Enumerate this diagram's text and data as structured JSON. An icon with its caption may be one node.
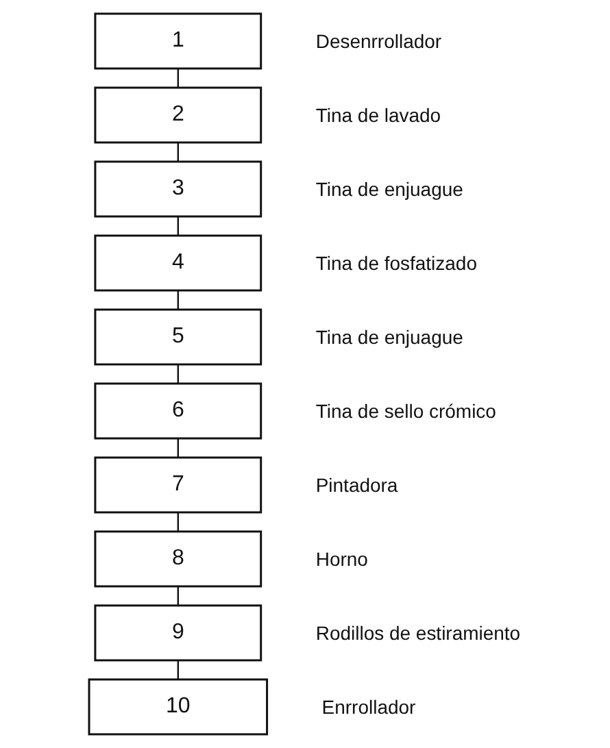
{
  "diagram": {
    "nodes": [
      {
        "text": [
          "1"
        ],
        "beside": [
          "Desenrrollador"
        ]
      },
      {
        "text": [
          "2"
        ],
        "beside": [
          "Tina de lavado"
        ]
      },
      {
        "text": [
          "3"
        ],
        "beside": [
          "Tina de enjuague"
        ]
      },
      {
        "text": [
          "4"
        ],
        "beside": [
          "Tina de fosfatizado"
        ]
      },
      {
        "text": [
          "5"
        ],
        "beside": [
          "Tina de enjuague"
        ]
      },
      {
        "text": [
          "6"
        ],
        "beside": [
          "Tina de sello crómico"
        ]
      },
      {
        "text": [
          "7"
        ],
        "beside": [
          "Pintadora"
        ]
      },
      {
        "text": [
          "8"
        ],
        "beside": [
          "Horno"
        ]
      },
      {
        "text": [
          "9"
        ],
        "beside": [
          "Rodillos de estiramiento"
        ]
      },
      {
        "text": [
          "10"
        ],
        "beside": [
          "Enrrollador"
        ]
      }
    ],
    "edges": [
      {
        "from": 0,
        "to": 1,
        "arrow": "none"
      },
      {
        "from": 1,
        "to": 2,
        "arrow": "none"
      },
      {
        "from": 2,
        "to": 3,
        "arrow": "none"
      },
      {
        "from": 3,
        "to": 4,
        "arrow": "none"
      },
      {
        "from": 4,
        "to": 5,
        "arrow": "none"
      },
      {
        "from": 5,
        "to": 6,
        "arrow": "none"
      },
      {
        "from": 6,
        "to": 7,
        "arrow": "none"
      },
      {
        "from": 7,
        "to": 8,
        "arrow": "none"
      },
      {
        "from": 8,
        "to": 9,
        "arrow": "none"
      }
    ]
  }
}
